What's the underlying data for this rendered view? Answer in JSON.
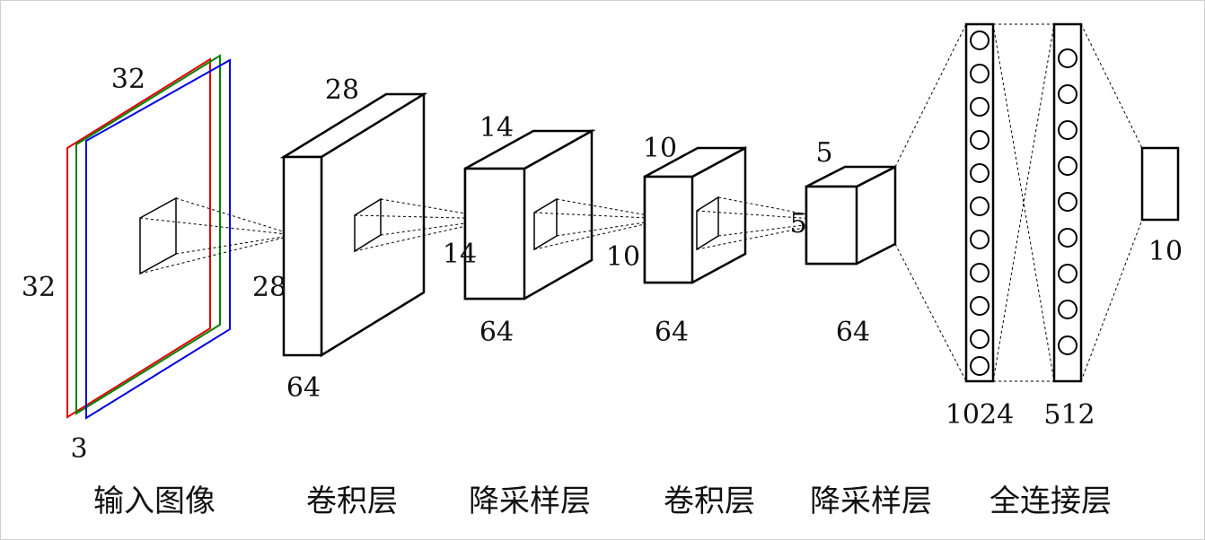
{
  "input": {
    "width_label": "32",
    "height_label": "32",
    "channels_label": "3",
    "channel_colors": [
      "#e00000",
      "#008000",
      "#0000e0"
    ],
    "caption": "输入图像"
  },
  "conv1": {
    "width_label": "28",
    "height_label": "28",
    "depth_label": "64",
    "caption": "卷积层"
  },
  "pool1": {
    "width_label": "14",
    "height_label": "14",
    "depth_label": "64",
    "caption": "降采样层"
  },
  "conv2": {
    "width_label": "10",
    "height_label": "10",
    "depth_label": "64",
    "caption": "卷积层"
  },
  "pool2": {
    "width_label": "5",
    "height_label": "5",
    "depth_label": "64",
    "caption": "降采样层"
  },
  "fc": {
    "layer1_label": "1024",
    "layer2_label": "512",
    "output_label": "10",
    "caption": "全连接层"
  }
}
